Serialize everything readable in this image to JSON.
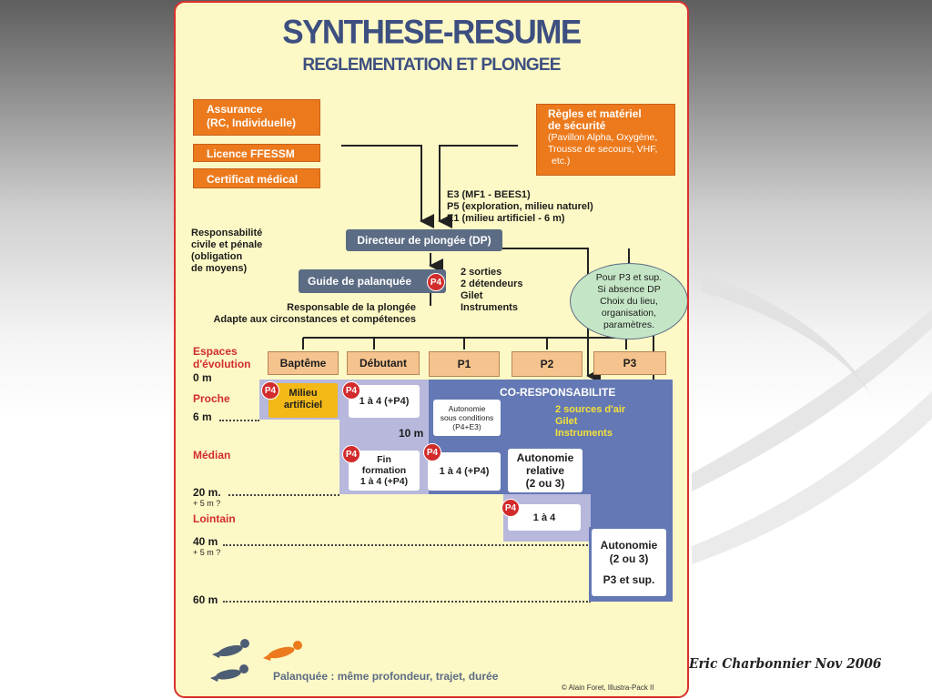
{
  "title": "SYNTHESE-RESUME",
  "subtitle": "REGLEMENTATION ET PLONGEE",
  "left_boxes": [
    "Assurance",
    "(RC, Individuelle)",
    "Licence FFESSM",
    "Certificat médical"
  ],
  "right_box": {
    "line1": "Règles et matériel",
    "line2": "de sécurité",
    "line3": "(Pavillon Alpha, Oxygène,",
    "line4": "Trousse de secours, VHF,",
    "line5": "etc.)"
  },
  "qualifs": [
    "E3 (MF1 - BEES1)",
    "P5 (exploration, milieu naturel)",
    "E1 (milieu artificiel - 6 m)"
  ],
  "dp_label": "Directeur de plongée (DP)",
  "resp_civile": [
    "Responsabilité",
    "civile et pénale",
    "(obligation",
    "de moyens)"
  ],
  "guide_label": "Guide de palanquée",
  "p4": "P4",
  "equip": [
    "2 sorties",
    "2 détendeurs",
    "Gilet",
    "Instruments"
  ],
  "resp_plongee": [
    "Responsable de la plongée",
    "Adapte aux circonstances et compétences"
  ],
  "bubble": [
    "Pour P3 et sup.",
    "Si absence DP",
    "Choix du lieu,",
    "organisation,",
    "paramètres."
  ],
  "espaces": [
    "Espaces",
    "d'évolution"
  ],
  "levels": [
    "Baptême",
    "Débutant",
    "P1",
    "P2",
    "P3"
  ],
  "zones": {
    "proche": "Proche",
    "median": "Médian",
    "lointain": "Lointain"
  },
  "depths": {
    "d0": "0 m",
    "d6": "6 m",
    "d10": "10 m",
    "d20": "20 m.",
    "d40": "40 m",
    "d60": "60 m",
    "plus5a": "+ 5 m ?",
    "plus5b": "+ 5 m ?"
  },
  "coresp": "CO-RESPONSABILITE",
  "milieu": [
    "Milieu",
    "artificiel"
  ],
  "box_1a4_p4": "1 à 4 (+P4)",
  "autonomie_cond": [
    "Autonomie",
    "sous conditions",
    "(P4+E3)"
  ],
  "sources": [
    "2 sources d'air",
    "Gilet",
    "Instruments"
  ],
  "fin_formation": [
    "Fin",
    "formation",
    "1 à 4 (+P4)"
  ],
  "box_1a4_p4_b": "1 à 4 (+P4)",
  "autonomie_rel": [
    "Autonomie",
    "relative",
    "(2 ou 3)"
  ],
  "box_1a4": "1 à 4",
  "autonomie_p3": [
    "Autonomie",
    "(2 ou 3)",
    "P3 et sup."
  ],
  "palanquee": "Palanquée : même profondeur, trajet, durée",
  "credit": "© Alain Foret, Illustra-Pack II",
  "signature": "Eric Charbonnier Nov 2006",
  "colors": {
    "orange": "#ec7a1c",
    "navy": "#3d4f80",
    "slate": "#5c6c84",
    "blue": "#6378b4",
    "lavender": "#b7b8dc",
    "cream": "#fdf9c6",
    "yellow": "#f4e13a",
    "red": "#d22b2b"
  }
}
